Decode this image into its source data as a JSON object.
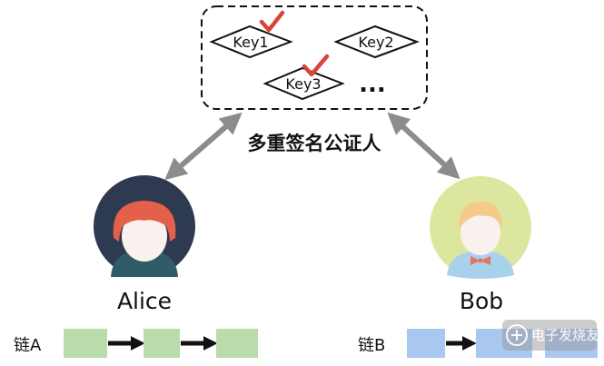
{
  "notary": {
    "title": "多重签名公证人",
    "keys": [
      {
        "label": "Key1",
        "checked": true
      },
      {
        "label": "Key2",
        "checked": false
      },
      {
        "label": "Key3",
        "checked": true
      }
    ],
    "more": "..."
  },
  "parties": [
    {
      "name": "Alice",
      "chain_label": "链A"
    },
    {
      "name": "Bob",
      "chain_label": "链B"
    }
  ],
  "watermark": {
    "text": "电子发烧友"
  },
  "colors": {
    "check": "#d9443c",
    "arrow": "#8c8c8c",
    "chain_a_block": "#b9dcaa",
    "chain_b_block": "#a8c8f0",
    "alice_circle": "#2e3a4f",
    "alice_hair": "#e4604a",
    "bob_circle": "#dde69e",
    "bob_hair": "#f4c98a",
    "skin": "#f9f1ee"
  }
}
